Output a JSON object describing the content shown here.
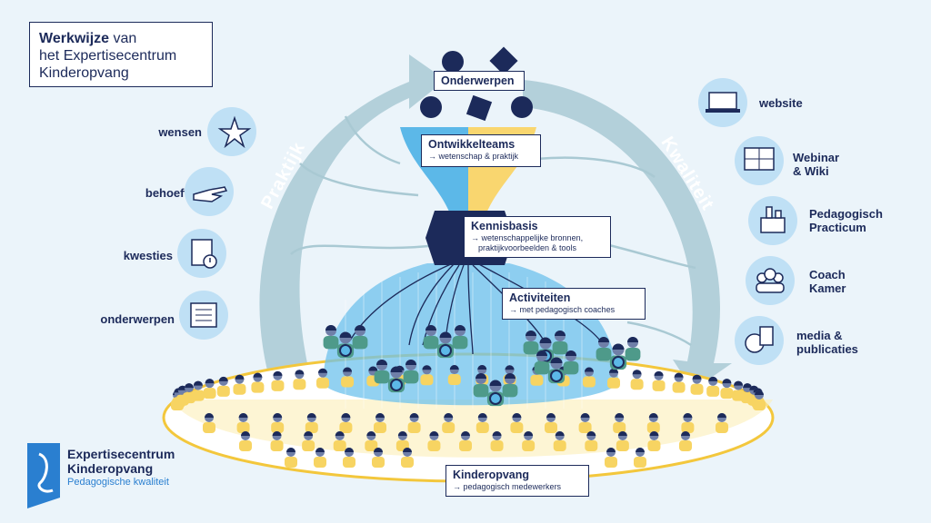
{
  "title": {
    "bold": "Werkwijze",
    "rest": " van",
    "line2": "het Expertisecentrum",
    "line3": "Kinderopvang"
  },
  "arrows": {
    "left": "Praktijk",
    "right": "Kwaliteit"
  },
  "left_items": [
    "wensen",
    "behoeften",
    "kwesties",
    "onderwerpen"
  ],
  "right_items": [
    {
      "line1": "website",
      "line2": ""
    },
    {
      "line1": "Webinar",
      "line2": "& Wiki"
    },
    {
      "line1": "Pedagogisch",
      "line2": "Practicum"
    },
    {
      "line1": "Coach",
      "line2": "Kamer"
    },
    {
      "line1": "media &",
      "line2": "publicaties"
    }
  ],
  "boxes": {
    "onderwerpen": "Onderwerpen",
    "ontwikkelteams": {
      "title": "Ontwikkelteams",
      "sub": "→ wetenschap & praktijk"
    },
    "kennisbasis": {
      "title": "Kennisbasis",
      "sub1": "→ wetenschappelijke bronnen,",
      "sub2": "praktijkvoorbeelden & tools"
    },
    "activiteiten": {
      "title": "Activiteiten",
      "sub": "→ met pedagogisch coaches"
    },
    "kinderopvang": {
      "title": "Kinderopvang",
      "sub": "→ pedagogisch medewerkers"
    }
  },
  "logo": {
    "line1": "Expertisecentrum",
    "line2": "Kinderopvang",
    "tagline": "Pedagogische kwaliteit"
  },
  "colors": {
    "navy": "#1c2a5a",
    "funnel_blue": "#5cb8e8",
    "funnel_yellow": "#f9d66f",
    "arrow": "#a9c9d3",
    "icon_circle": "#bfe0f5",
    "crowd_yellow": "#f7d462",
    "coach_green": "#4e9a8a"
  }
}
